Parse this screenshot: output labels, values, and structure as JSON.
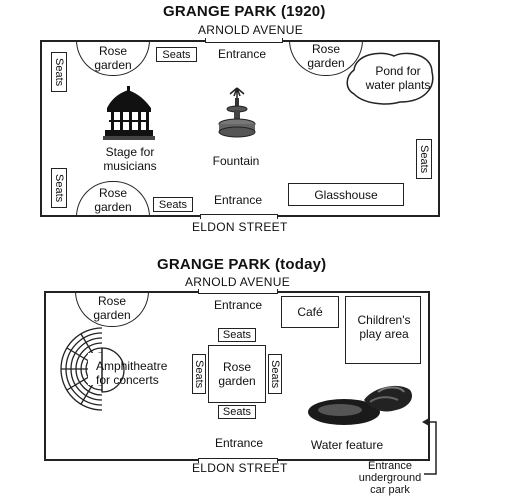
{
  "plan1920": {
    "title": "GRANGE PARK (1920)",
    "top_street": "ARNOLD AVENUE",
    "bottom_street": "ELDON STREET",
    "rose_garden_tl": "Rose\ngarden",
    "rose_garden_tr": "Rose\ngarden",
    "rose_garden_bl": "Rose\ngarden",
    "seats_top": "Seats",
    "seats_bottom": "Seats",
    "seats_left_top": "Seats",
    "seats_left_bottom": "Seats",
    "seats_right": "Seats",
    "entrance_top": "Entrance",
    "entrance_bottom": "Entrance",
    "pond": "Pond for\nwater plants",
    "stage": "Stage for\nmusicians",
    "fountain": "Fountain",
    "glasshouse": "Glasshouse"
  },
  "plan_today": {
    "title": "GRANGE PARK (today)",
    "top_street": "ARNOLD AVENUE",
    "bottom_street": "ELDON STREET",
    "rose_garden_tl": "Rose\ngarden",
    "entrance_top": "Entrance",
    "entrance_bottom": "Entrance",
    "cafe": "Café",
    "play_area": "Children's\nplay area",
    "amphitheatre": "Amphitheatre\nfor concerts",
    "seats_top": "Seats",
    "seats_bottom": "Seats",
    "seats_left": "Seats",
    "seats_right": "Seats",
    "rose_garden_center": "Rose\ngarden",
    "water_feature": "Water feature",
    "car_park": "Entrance\nunderground\ncar park"
  }
}
